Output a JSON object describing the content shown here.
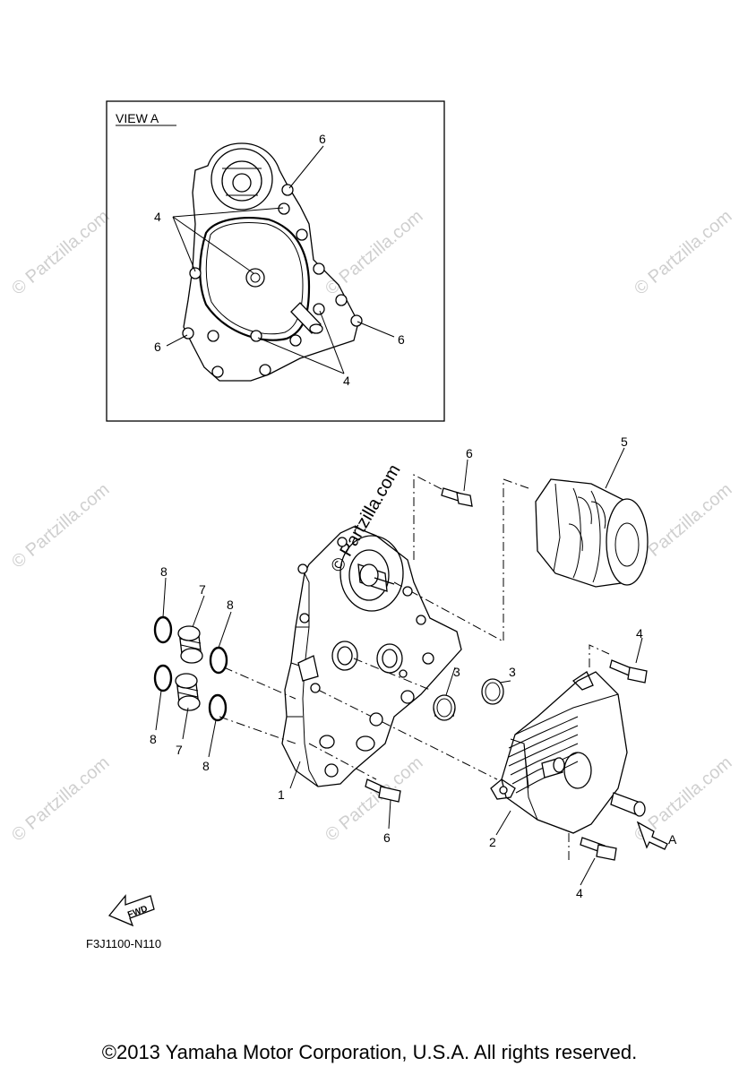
{
  "view": {
    "title": "VIEW A"
  },
  "callouts": {
    "view_a": [
      "6",
      "4",
      "6",
      "6",
      "4"
    ],
    "main": {
      "p1": "1",
      "p2": "2",
      "p3a": "3",
      "p3b": "3",
      "p4a": "4",
      "p4b": "4",
      "p5": "5",
      "p6a": "6",
      "p6b": "6",
      "p7a": "7",
      "p7b": "7",
      "p8a": "8",
      "p8b": "8",
      "p8c": "8",
      "p8d": "8"
    },
    "arrow_a": "A"
  },
  "fwd_label": "FWD",
  "drawing_code": "F3J1100-N110",
  "copyright": "©2013  Yamaha Motor Corporation, U.S.A. All rights reserved.",
  "watermark": "© Partzilla.com"
}
